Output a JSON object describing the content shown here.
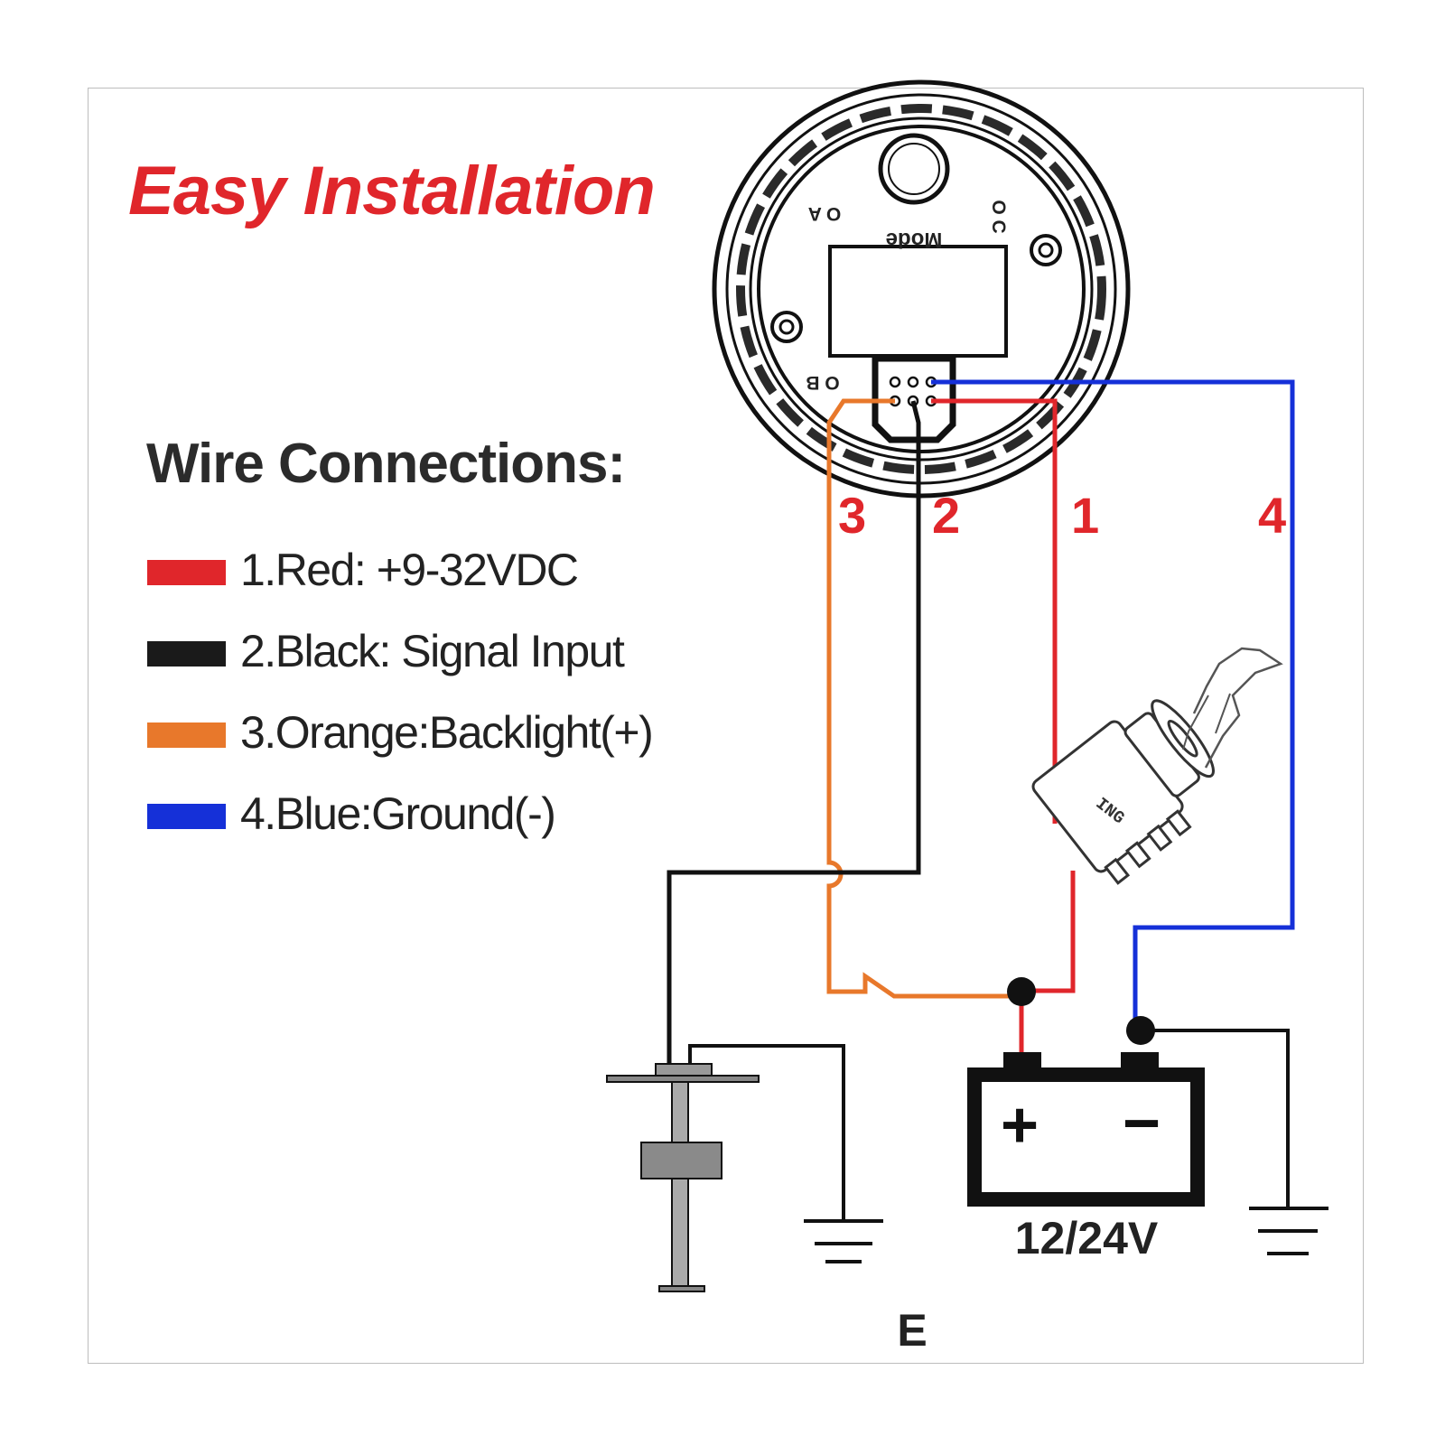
{
  "title": "Easy Installation",
  "heading": "Wire Connections:",
  "colors": {
    "title": "#e0262b",
    "red": "#e0262b",
    "black": "#1a1a1a",
    "orange": "#e8782b",
    "blue": "#1530d8"
  },
  "legend": [
    {
      "label": "1.Red: +9-32VDC",
      "color": "#e0262b"
    },
    {
      "label": "2.Black: Signal Input",
      "color": "#1a1a1a"
    },
    {
      "label": "3.Orange:Backlight(+)",
      "color": "#e8782b"
    },
    {
      "label": "4.Blue:Ground(-)",
      "color": "#1530d8"
    }
  ],
  "wire_numbers": {
    "one": "1",
    "two": "2",
    "three": "3",
    "four": "4"
  },
  "gauge": {
    "mode_label": "Mode",
    "terminal_a": "O A",
    "terminal_b": "O B",
    "terminal_c": "O C"
  },
  "ignition_label": "ING",
  "battery": {
    "voltage": "12/24V",
    "plus": "+",
    "minus": "−"
  },
  "sender_label": "E"
}
